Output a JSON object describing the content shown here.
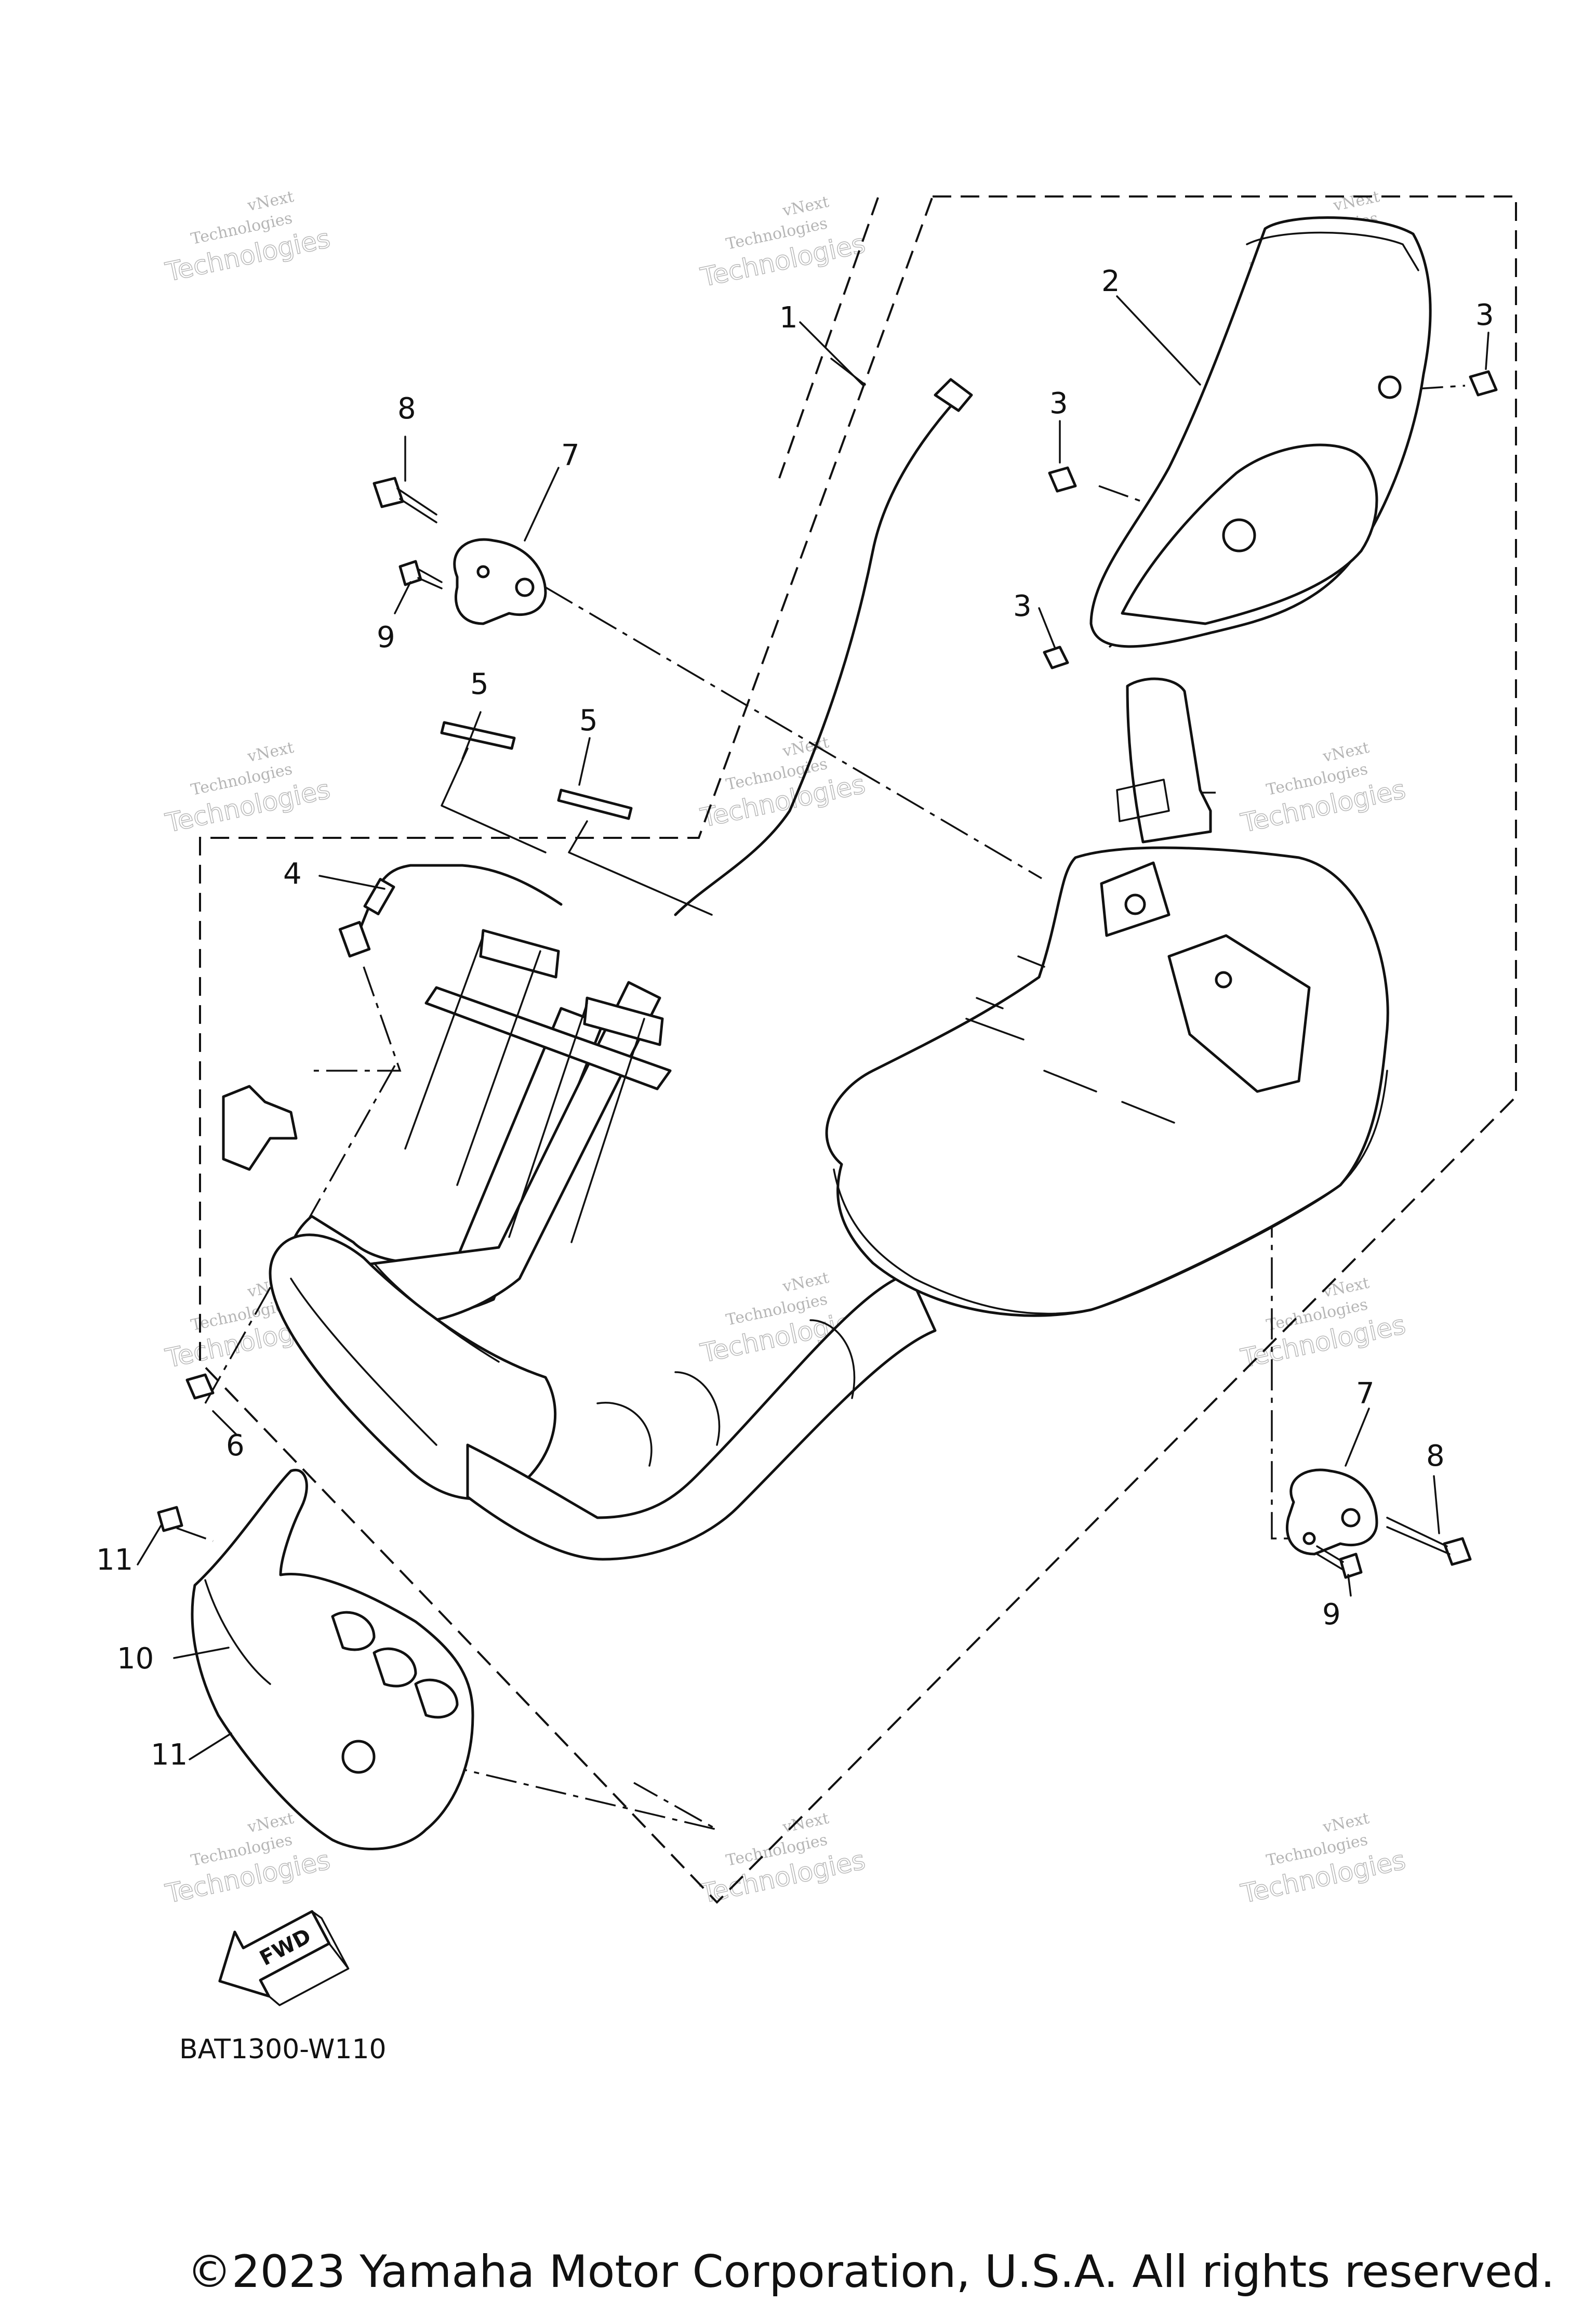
{
  "callouts": [
    {
      "id": "1",
      "text": "1"
    },
    {
      "id": "2",
      "text": "2"
    },
    {
      "id": "3a",
      "text": "3"
    },
    {
      "id": "3b",
      "text": "3"
    },
    {
      "id": "3c",
      "text": "3"
    },
    {
      "id": "4",
      "text": "4"
    },
    {
      "id": "5a",
      "text": "5"
    },
    {
      "id": "5b",
      "text": "5"
    },
    {
      "id": "6",
      "text": "6"
    },
    {
      "id": "7a",
      "text": "7"
    },
    {
      "id": "7b",
      "text": "7"
    },
    {
      "id": "8a",
      "text": "8"
    },
    {
      "id": "8b",
      "text": "8"
    },
    {
      "id": "9a",
      "text": "9"
    },
    {
      "id": "9b",
      "text": "9"
    },
    {
      "id": "10",
      "text": "10"
    },
    {
      "id": "11a",
      "text": "11"
    },
    {
      "id": "11b",
      "text": "11"
    }
  ],
  "watermark": {
    "line1": "vNext",
    "line2": "Technologies",
    "line3": "Technologies"
  },
  "fwd_label": "FWD",
  "diagram_code": "BAT1300-W110",
  "copyright": "©2023 Yamaha Motor Corporation, U.S.A. All rights reserved."
}
